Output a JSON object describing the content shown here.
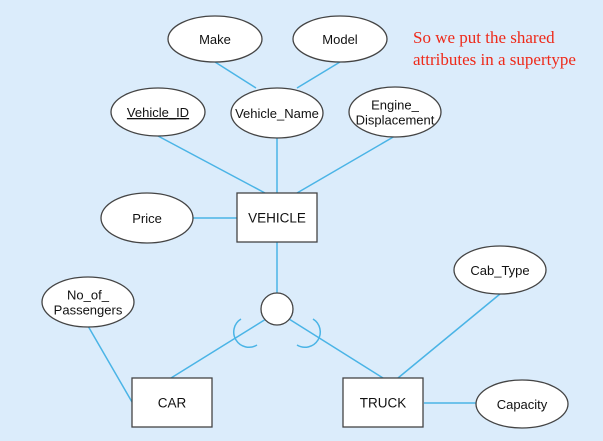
{
  "annotation": {
    "line1": "So we put the shared",
    "line2": "attributes in a supertype"
  },
  "colors": {
    "background": "#dbecfb",
    "connector": "#4ab4e6",
    "annotation_text": "#ee2a1a",
    "shape_fill": "#ffffff",
    "shape_stroke": "#444444"
  },
  "entities": [
    {
      "id": "vehicle",
      "label": "VEHICLE",
      "role": "supertype"
    },
    {
      "id": "car",
      "label": "CAR",
      "role": "subtype"
    },
    {
      "id": "truck",
      "label": "TRUCK",
      "role": "subtype"
    }
  ],
  "attributes": [
    {
      "id": "make",
      "lines": [
        "Make"
      ],
      "key": false,
      "owner": "vehicle_name"
    },
    {
      "id": "model",
      "lines": [
        "Model"
      ],
      "key": false,
      "owner": "vehicle_name"
    },
    {
      "id": "vehicle_id",
      "lines": [
        "Vehicle_ID"
      ],
      "key": true,
      "owner": "vehicle"
    },
    {
      "id": "vehicle_name",
      "lines": [
        "Vehicle_Name"
      ],
      "key": false,
      "owner": "vehicle"
    },
    {
      "id": "engine_displacement",
      "lines": [
        "Engine_",
        "Displacement"
      ],
      "key": false,
      "owner": "vehicle"
    },
    {
      "id": "price",
      "lines": [
        "Price"
      ],
      "key": false,
      "owner": "vehicle"
    },
    {
      "id": "no_of_passengers",
      "lines": [
        "No_of_",
        "Passengers"
      ],
      "key": false,
      "owner": "car"
    },
    {
      "id": "cab_type",
      "lines": [
        "Cab_Type"
      ],
      "key": false,
      "owner": "truck"
    },
    {
      "id": "capacity",
      "lines": [
        "Capacity"
      ],
      "key": false,
      "owner": "truck"
    }
  ],
  "subtype_symbol": {
    "type": "circle",
    "subtypes": [
      "car",
      "truck"
    ]
  }
}
